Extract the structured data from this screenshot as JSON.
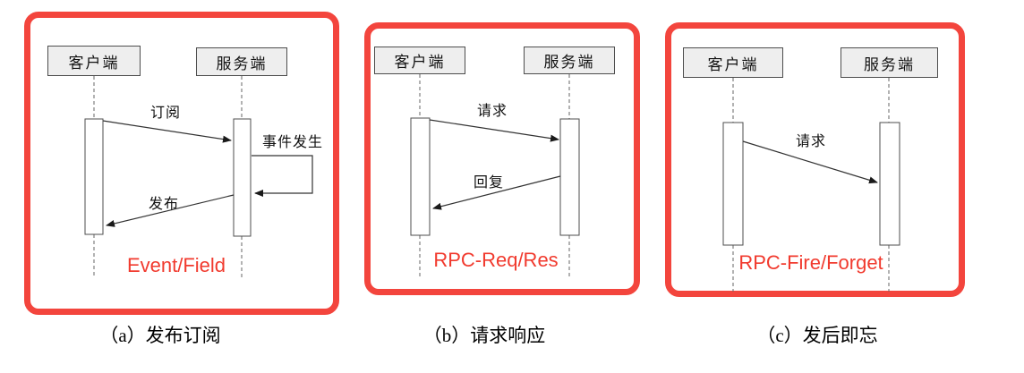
{
  "figure": {
    "description_labels": {
      "actor_client": "客户端",
      "actor_server": "服务端"
    }
  },
  "panels": [
    {
      "id": "a",
      "caption": "（a）发布订阅",
      "pattern_label": "Event/Field",
      "actors": {
        "client": "客户端",
        "server": "服务端"
      },
      "messages": {
        "subscribe": "订阅",
        "event": "事件发生",
        "publish": "发布"
      }
    },
    {
      "id": "b",
      "caption": "（b）请求响应",
      "pattern_label": "RPC-Req/Res",
      "actors": {
        "client": "客户端",
        "server": "服务端"
      },
      "messages": {
        "request": "请求",
        "reply": "回复"
      }
    },
    {
      "id": "c",
      "caption": "（c）发后即忘",
      "pattern_label": "RPC-Fire/Forget",
      "actors": {
        "client": "客户端",
        "server": "服务端"
      },
      "messages": {
        "request": "请求"
      }
    }
  ],
  "colors": {
    "frame_red": "#f3453d",
    "label_red": "#f13a2e",
    "actor_fill": "#eeeeee",
    "line": "#333333"
  }
}
